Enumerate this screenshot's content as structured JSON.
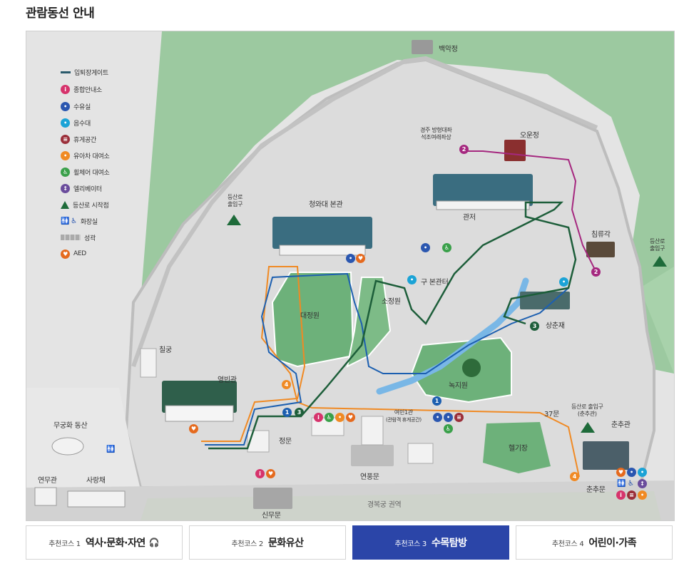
{
  "page_title": "관람동선 안내",
  "legend": [
    {
      "icon": "gate-line-icon",
      "label": "입퇴장게이트",
      "color": "#2a5a6b"
    },
    {
      "icon": "info-icon",
      "label": "종합안내소",
      "color": "#d6336c"
    },
    {
      "icon": "water-room-icon",
      "label": "수유실",
      "color": "#2b57b0"
    },
    {
      "icon": "fountain-icon",
      "label": "음수대",
      "color": "#1ba3d6"
    },
    {
      "icon": "rest-area-icon",
      "label": "휴게공간",
      "color": "#9b2f3a"
    },
    {
      "icon": "stroller-icon",
      "label": "유아차 대여소",
      "color": "#f08a24"
    },
    {
      "icon": "wheelchair-icon",
      "label": "휠체어 대여소",
      "color": "#3aa04a"
    },
    {
      "icon": "elevator-icon",
      "label": "엘리베이터",
      "color": "#6a4c9c"
    },
    {
      "icon": "trailhead-icon",
      "label": "등산로 시작점",
      "color": "#1e6b3a"
    },
    {
      "icon": "restroom-icon",
      "label": "화장실",
      "color": "#d6336c"
    },
    {
      "icon": "fortress-wall-icon",
      "label": "성곽",
      "color": "#aaaaaa"
    },
    {
      "icon": "aed-icon",
      "label": "AED",
      "color": "#e56a1e"
    }
  ],
  "places": {
    "baegak": "백악정",
    "buddha": [
      "경주 방형대좌",
      "석조여래좌상"
    ],
    "oun": "오운정",
    "gwanjeo": "관저",
    "main_building": "청와대 본관",
    "trail_left": [
      "등산로",
      "출입구"
    ],
    "trail_right": [
      "등산로",
      "출입구"
    ],
    "chimnyu": "침류각",
    "old_hall": "구 본관터",
    "daejeong": "대정원",
    "sojeong": "소정원",
    "sangchun": "상춘재",
    "chilgung": "칠궁",
    "yeongbin": "영빈관",
    "nokji": "녹지원",
    "mugunghwa": "무궁화 동산",
    "yeonmu": "연무관",
    "sarang": "사랑채",
    "jeongmun": "정문",
    "yeonmin": "여민1관",
    "yeonmin_sub": "(관람객 휴게공간)",
    "gate37": "37문",
    "trail_chunchu": [
      "등산로 출입구",
      "(춘추관)"
    ],
    "chunchugwan": "춘추관",
    "heliport": "헬기장",
    "yeonpung": "연풍문",
    "chunchumun": "춘추문",
    "sinmu": "신무문",
    "gyeongbok": "경복궁 권역"
  },
  "route_numbers": [
    "1",
    "2",
    "3",
    "4"
  ],
  "tabs": [
    {
      "sub": "추천코스 1",
      "main": "역사·문화·자연",
      "active": false
    },
    {
      "sub": "추천코스 2",
      "main": "문화유산",
      "active": false
    },
    {
      "sub": "추천코스 3",
      "main": "수목탐방",
      "active": true
    },
    {
      "sub": "추천코스 4",
      "main": "어린이·가족",
      "active": false
    }
  ],
  "colors": {
    "route1": "#1c5fb0",
    "route2": "#a5287f",
    "route3": "#1d5e3a",
    "route4": "#f08a24",
    "active_tab": "#2b45a8",
    "forest": "#9cc9a0",
    "lawn": "#6db17a",
    "ground": "#e4e4e4",
    "wall": "#c8c8c8"
  }
}
